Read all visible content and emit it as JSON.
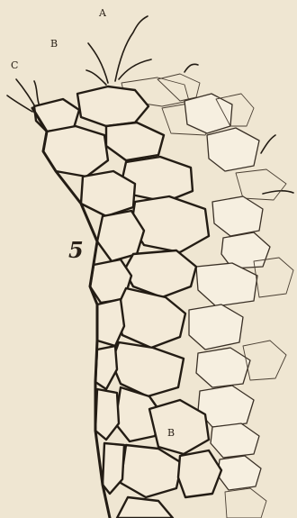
{
  "labels": {
    "a": "A",
    "b": "B",
    "c": "C",
    "figure_number": "5",
    "cell_b": "B"
  }
}
